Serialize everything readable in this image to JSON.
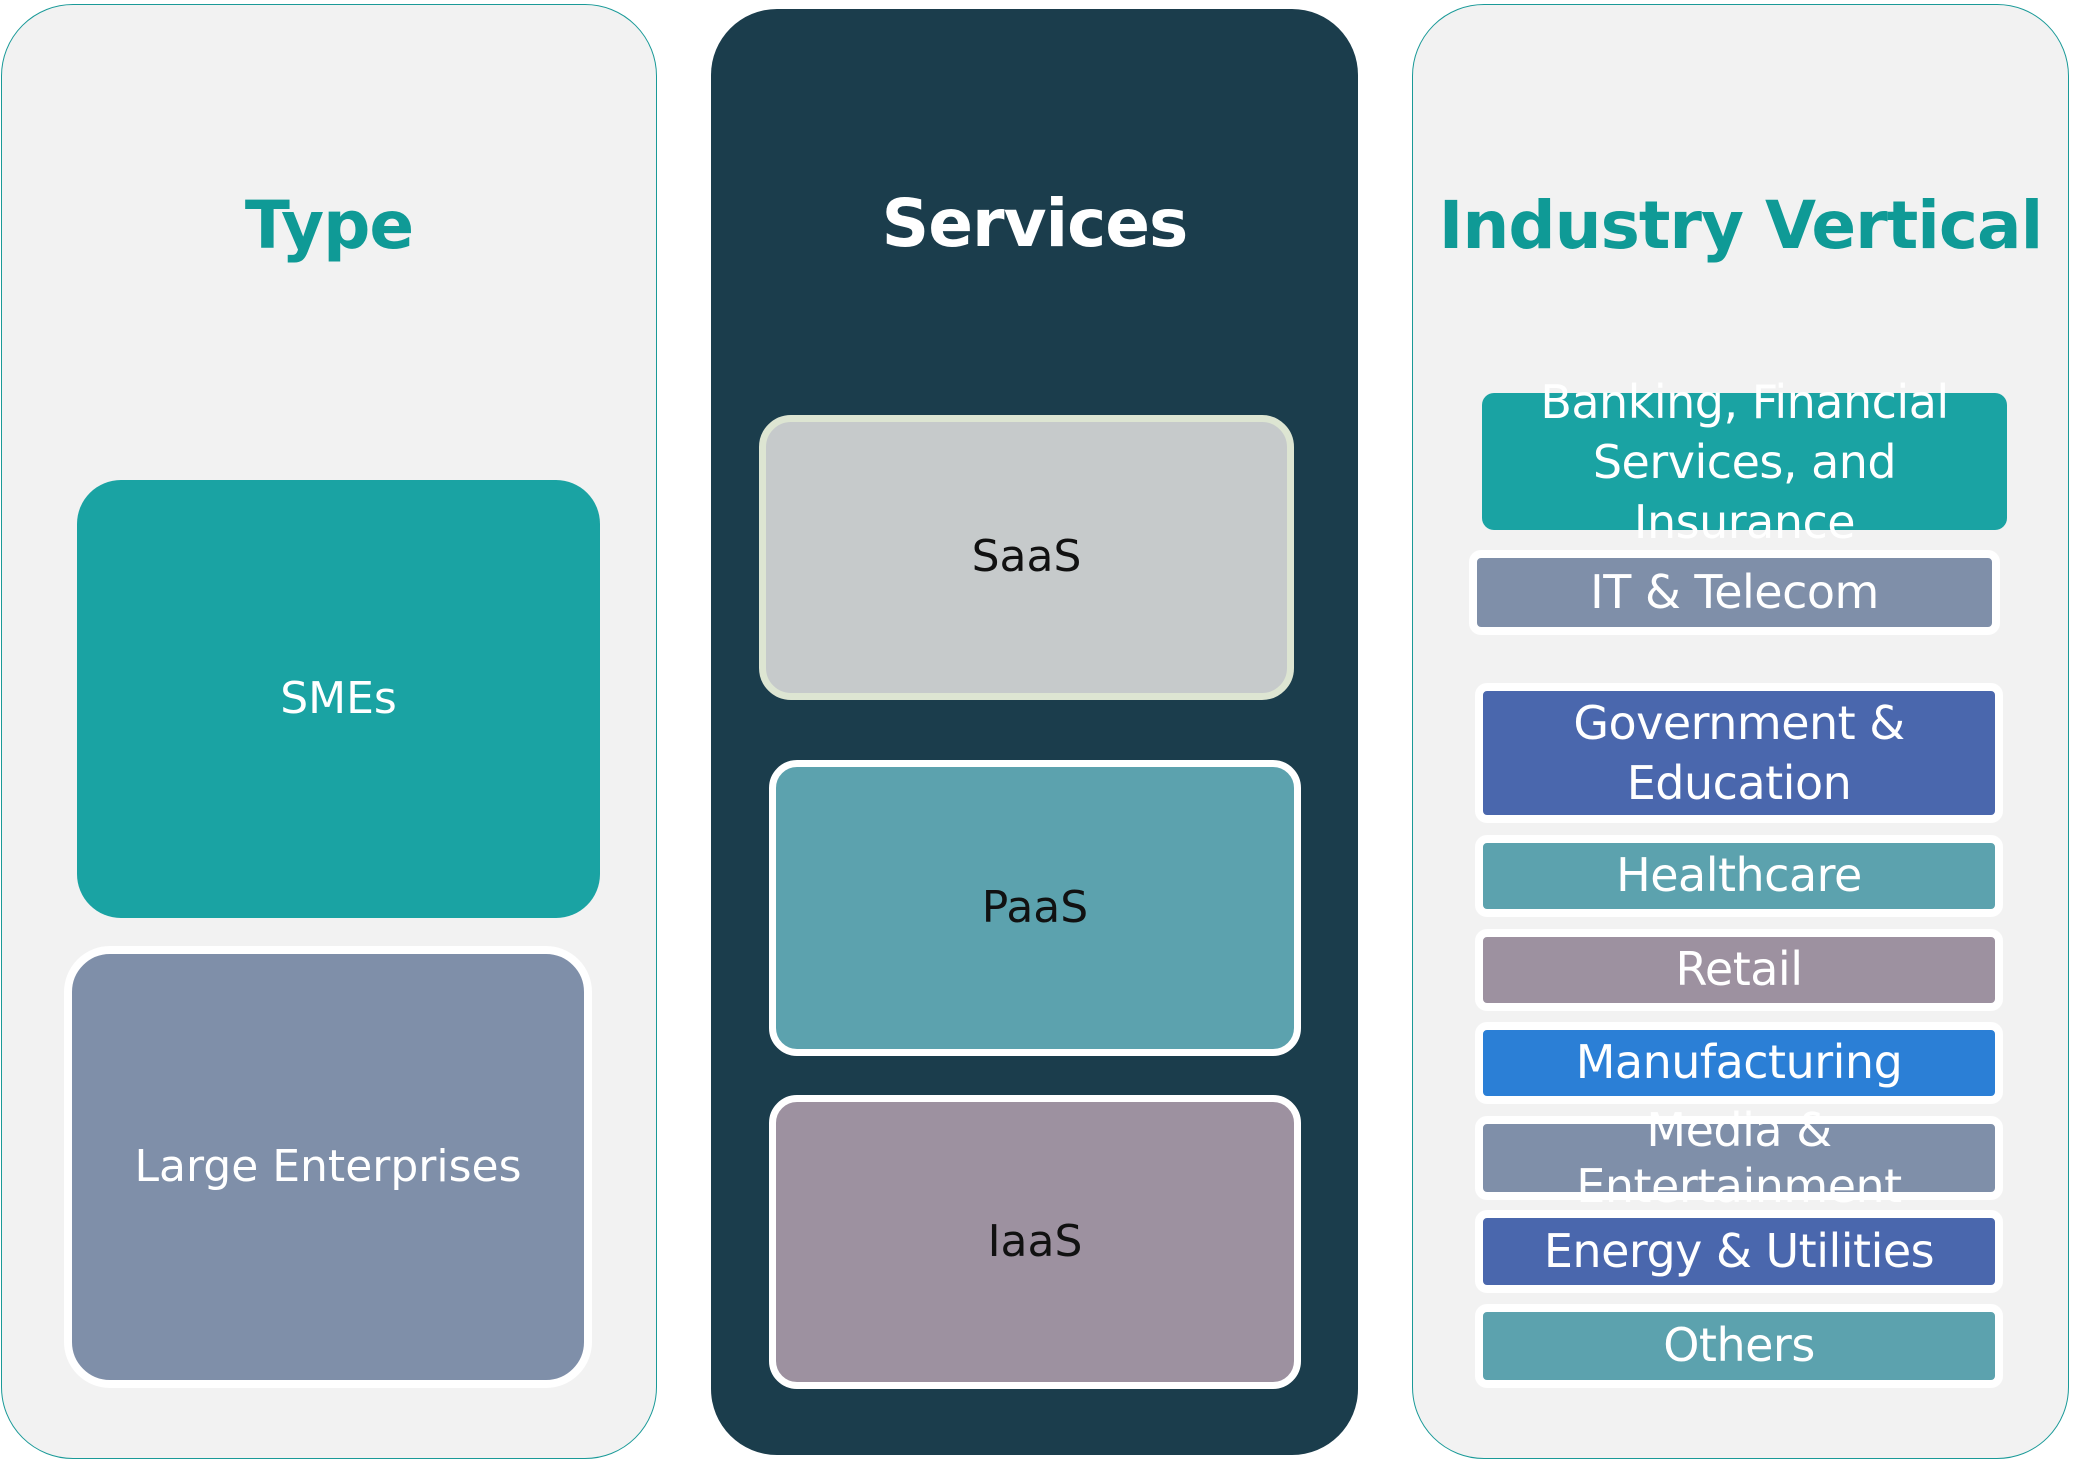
{
  "columns": {
    "type": {
      "title": "Type",
      "items": [
        {
          "label": "SMEs",
          "color": "#1aa3a3"
        },
        {
          "label": "Large Enterprises",
          "color": "#7f8fa9"
        }
      ]
    },
    "services": {
      "title": "Services",
      "items": [
        {
          "label": "SaaS",
          "color": "#c6cacb"
        },
        {
          "label": "PaaS",
          "color": "#5ca2ae"
        },
        {
          "label": "IaaS",
          "color": "#9d91a0"
        }
      ]
    },
    "industry": {
      "title": "Industry Vertical",
      "items": [
        {
          "label": "Banking, Financial Services, and Insurance",
          "color": "#1aa3a3"
        },
        {
          "label": "IT & Telecom",
          "color": "#7f8fa9"
        },
        {
          "label": "Government & Education",
          "color": "#4a67ad"
        },
        {
          "label": "Healthcare",
          "color": "#5ca2ae"
        },
        {
          "label": "Retail",
          "color": "#9d91a0"
        },
        {
          "label": "Manufacturing",
          "color": "#2b7fd6"
        },
        {
          "label": "Media & Entertainment",
          "color": "#7f8fa9"
        },
        {
          "label": "Energy & Utilities",
          "color": "#4a67ad"
        },
        {
          "label": "Others",
          "color": "#5ca2ae"
        }
      ]
    }
  },
  "colors": {
    "accent_teal": "#0f9a96",
    "dark_panel": "#1b3d4c",
    "light_panel": "#f2f2f2"
  }
}
